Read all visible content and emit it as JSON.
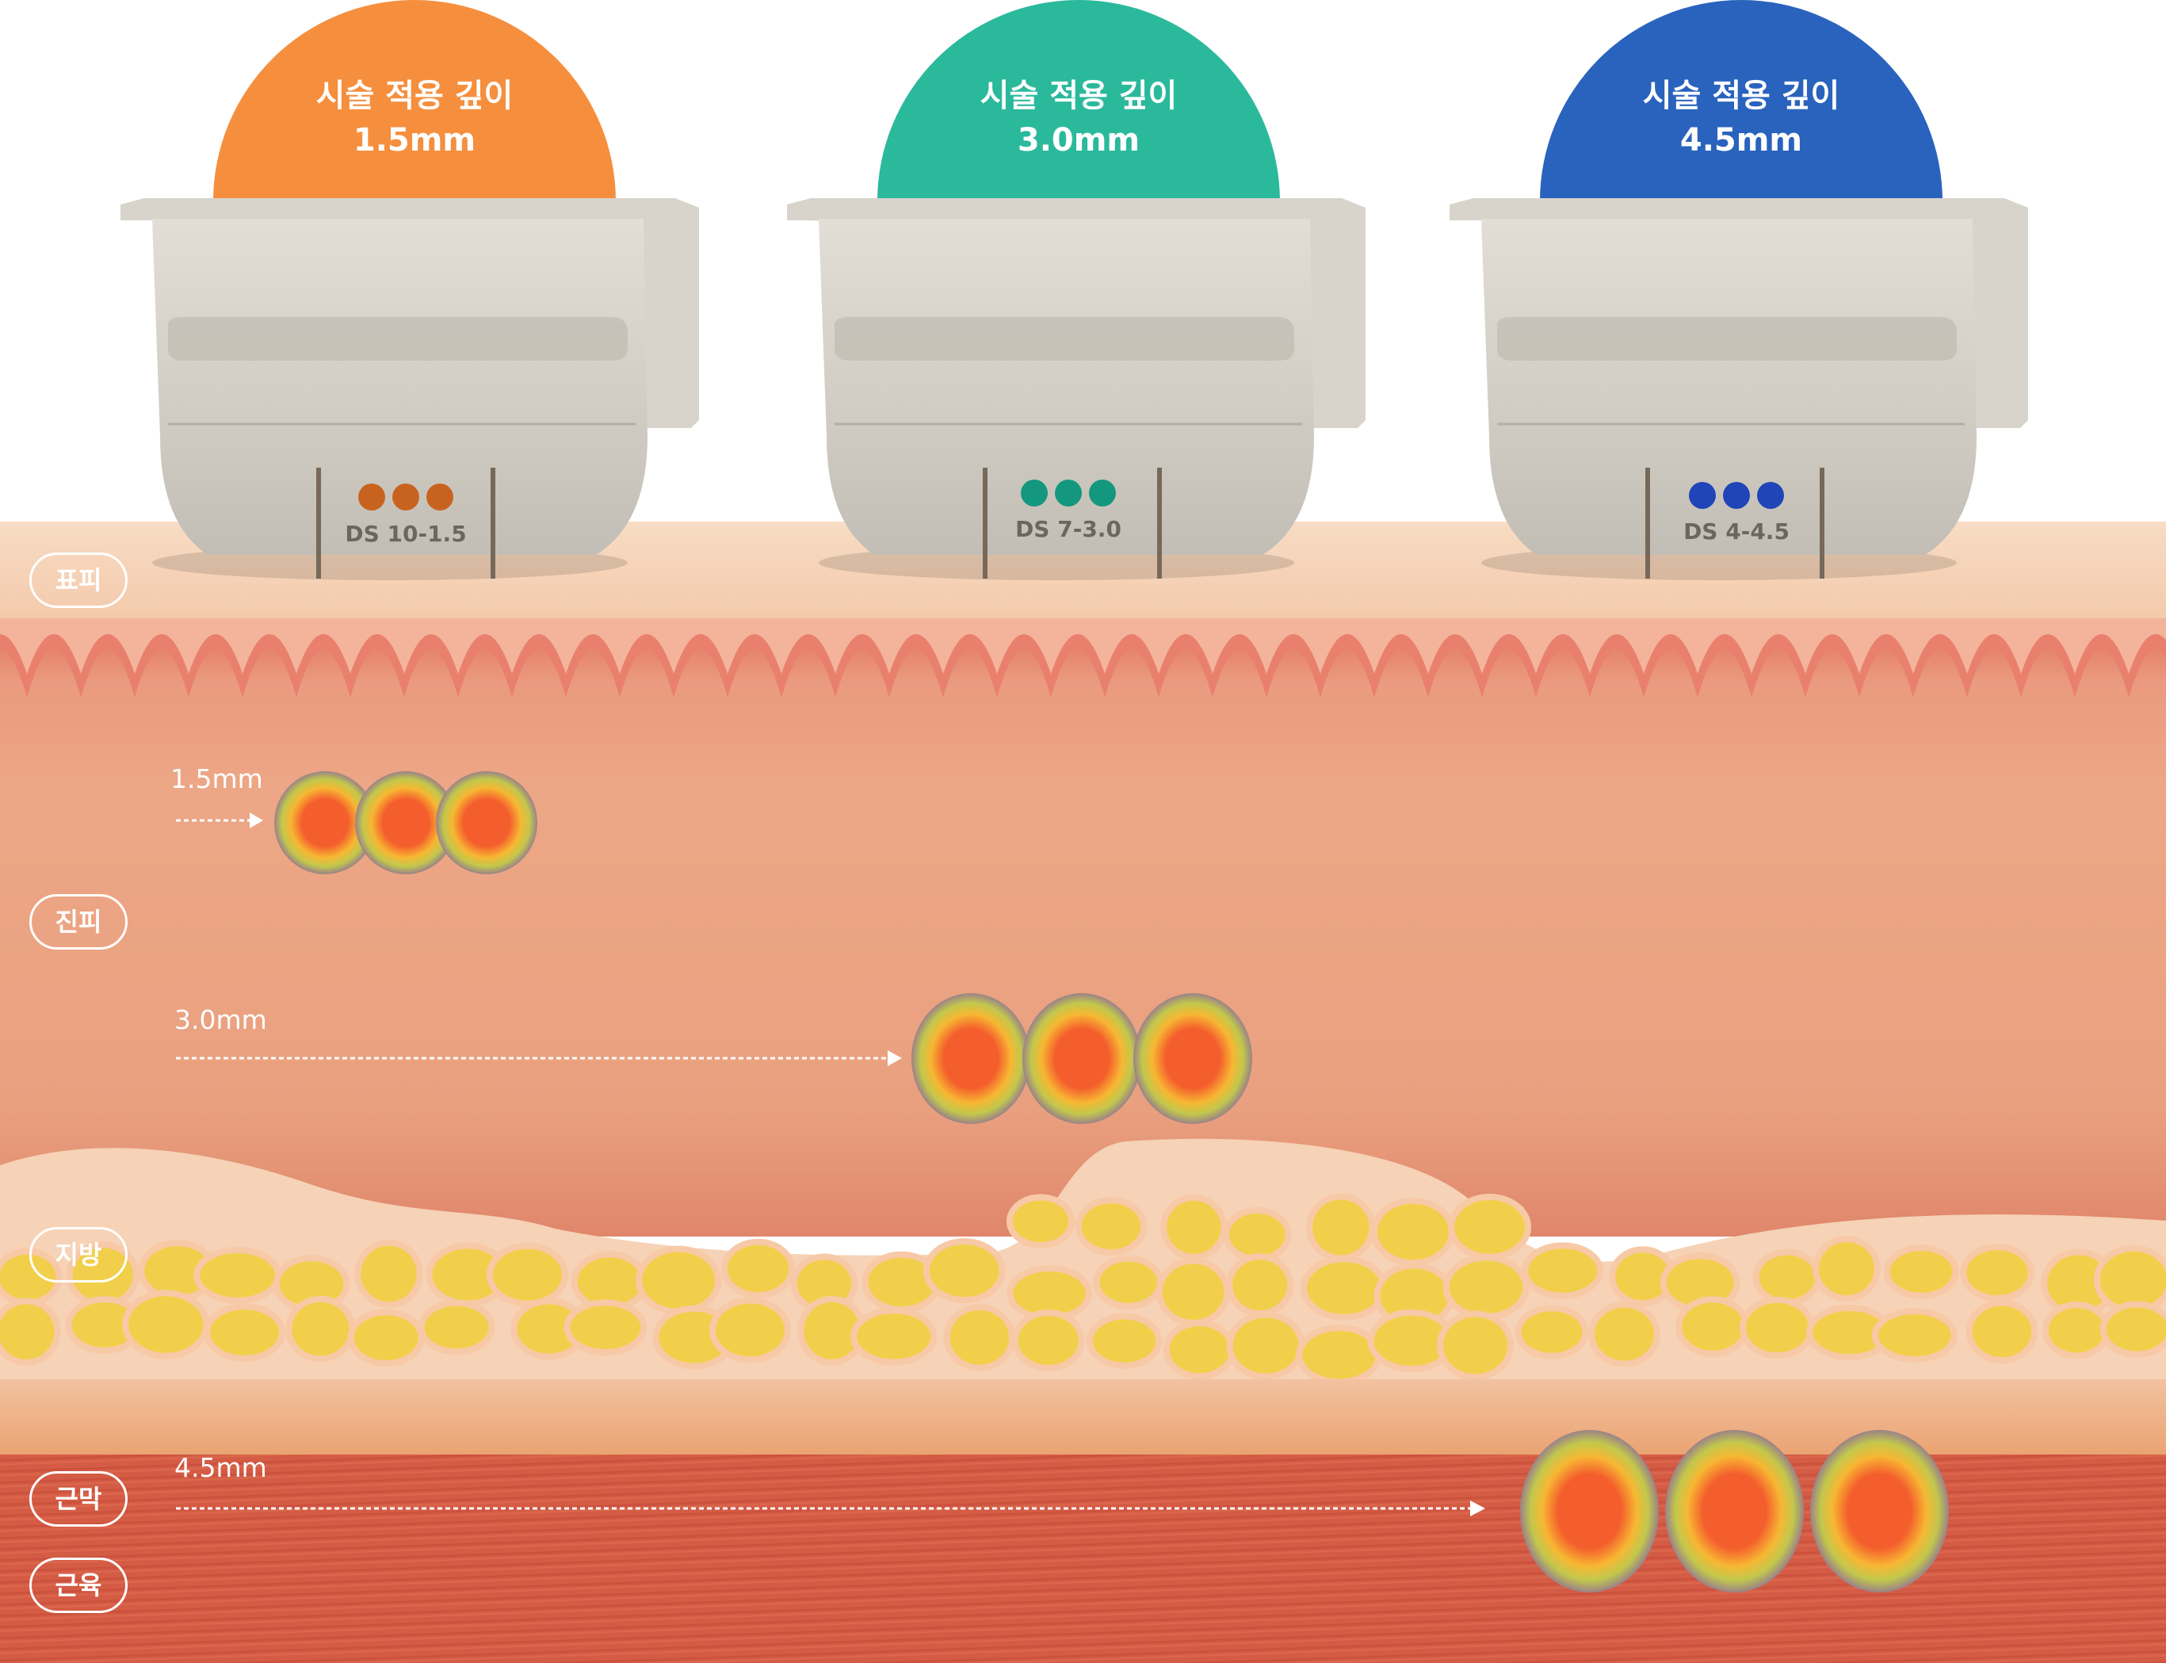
{
  "cartridges": [
    {
      "dome_label": "시술 적용 깊이",
      "depth": "1.5mm",
      "model": "DS 10-1.5",
      "color": "#f58f3e",
      "dot_color": "#c8631f"
    },
    {
      "dome_label": "시술 적용 깊이",
      "depth": "3.0mm",
      "model": "DS 7-3.0",
      "color": "#2bb99c",
      "dot_color": "#14977f"
    },
    {
      "dome_label": "시술 적용 깊이",
      "depth": "4.5mm",
      "model": "DS 4-4.5",
      "color": "#2963bd",
      "dot_color": "#1f45b8"
    }
  ],
  "layers": [
    "표피",
    "진피",
    "지방",
    "근막",
    "근육"
  ],
  "depth_markers": [
    "1.5mm",
    "3.0mm",
    "4.5mm"
  ],
  "colors": {
    "epidermis": "#f7d2b5",
    "dermis": "#e99a79",
    "fat": "#f2cf4a",
    "fascia": "#eea267",
    "muscle": "#d05a45"
  }
}
